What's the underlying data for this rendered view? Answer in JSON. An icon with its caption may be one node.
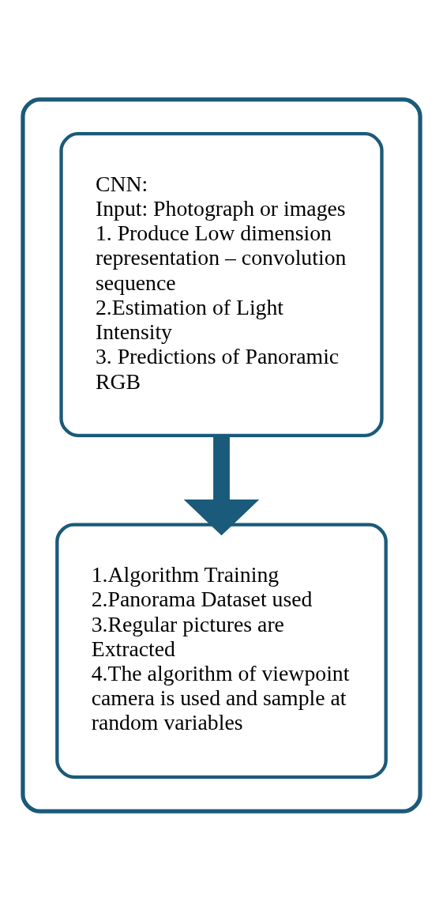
{
  "diagram": {
    "nodes": [
      {
        "text": [],
        "shape": "box"
      },
      {
        "text": [
          "CNN:",
          "Input: Photograph or images",
          "1. Produce Low dimension representation – convolution sequence",
          "2.Estimation of Light Intensity",
          "3. Predictions of Panoramic RGB"
        ],
        "in": 0
      },
      {
        "text": [
          "1.Algorithm Training",
          "2.Panorama Dataset used",
          "3.Regular pictures are Extracted",
          "4.The algorithm of viewpoint camera is used and sample at random variables"
        ],
        "in": 0
      }
    ],
    "edges": [
      {
        "from": 1,
        "to": 2,
        "arrow": "to"
      }
    ]
  }
}
